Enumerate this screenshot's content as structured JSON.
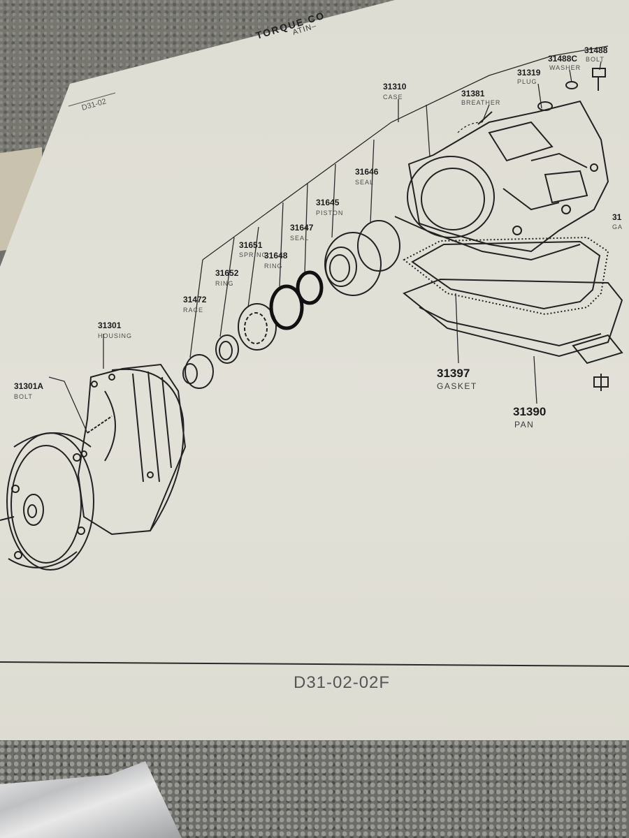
{
  "document": {
    "header_code": "D31-02",
    "title": "TORQUE CO",
    "subtitle": "ATIN–",
    "footer_code": "D31-02-02F"
  },
  "parts": [
    {
      "id": "p31301A",
      "number": "31301A",
      "name": "BOLT"
    },
    {
      "id": "p31301",
      "number": "31301",
      "name": "HOUSING"
    },
    {
      "id": "p31472",
      "number": "31472",
      "name": "RACE"
    },
    {
      "id": "p31652",
      "number": "31652",
      "name": "RING"
    },
    {
      "id": "p31651",
      "number": "31651",
      "name": "SPRING"
    },
    {
      "id": "p31648",
      "number": "31648",
      "name": "RING"
    },
    {
      "id": "p31647",
      "number": "31647",
      "name": "SEAL"
    },
    {
      "id": "p31645",
      "number": "31645",
      "name": "PISTON"
    },
    {
      "id": "p31646",
      "number": "31646",
      "name": "SEAL"
    },
    {
      "id": "p31310",
      "number": "31310",
      "name": "CASE"
    },
    {
      "id": "p31381",
      "number": "31381",
      "name": "BREATHER"
    },
    {
      "id": "p31319",
      "number": "31319",
      "name": "PLUG"
    },
    {
      "id": "p31488C",
      "number": "31488C",
      "name": "WASHER"
    },
    {
      "id": "p31488",
      "number": "31488",
      "name": "BOLT"
    },
    {
      "id": "p31397",
      "number": "31397",
      "name": "GASKET"
    },
    {
      "id": "p31390",
      "number": "31390",
      "name": "PAN"
    }
  ],
  "cropped_labels": {
    "right_edge_number": "31",
    "right_edge_name": "GA"
  }
}
